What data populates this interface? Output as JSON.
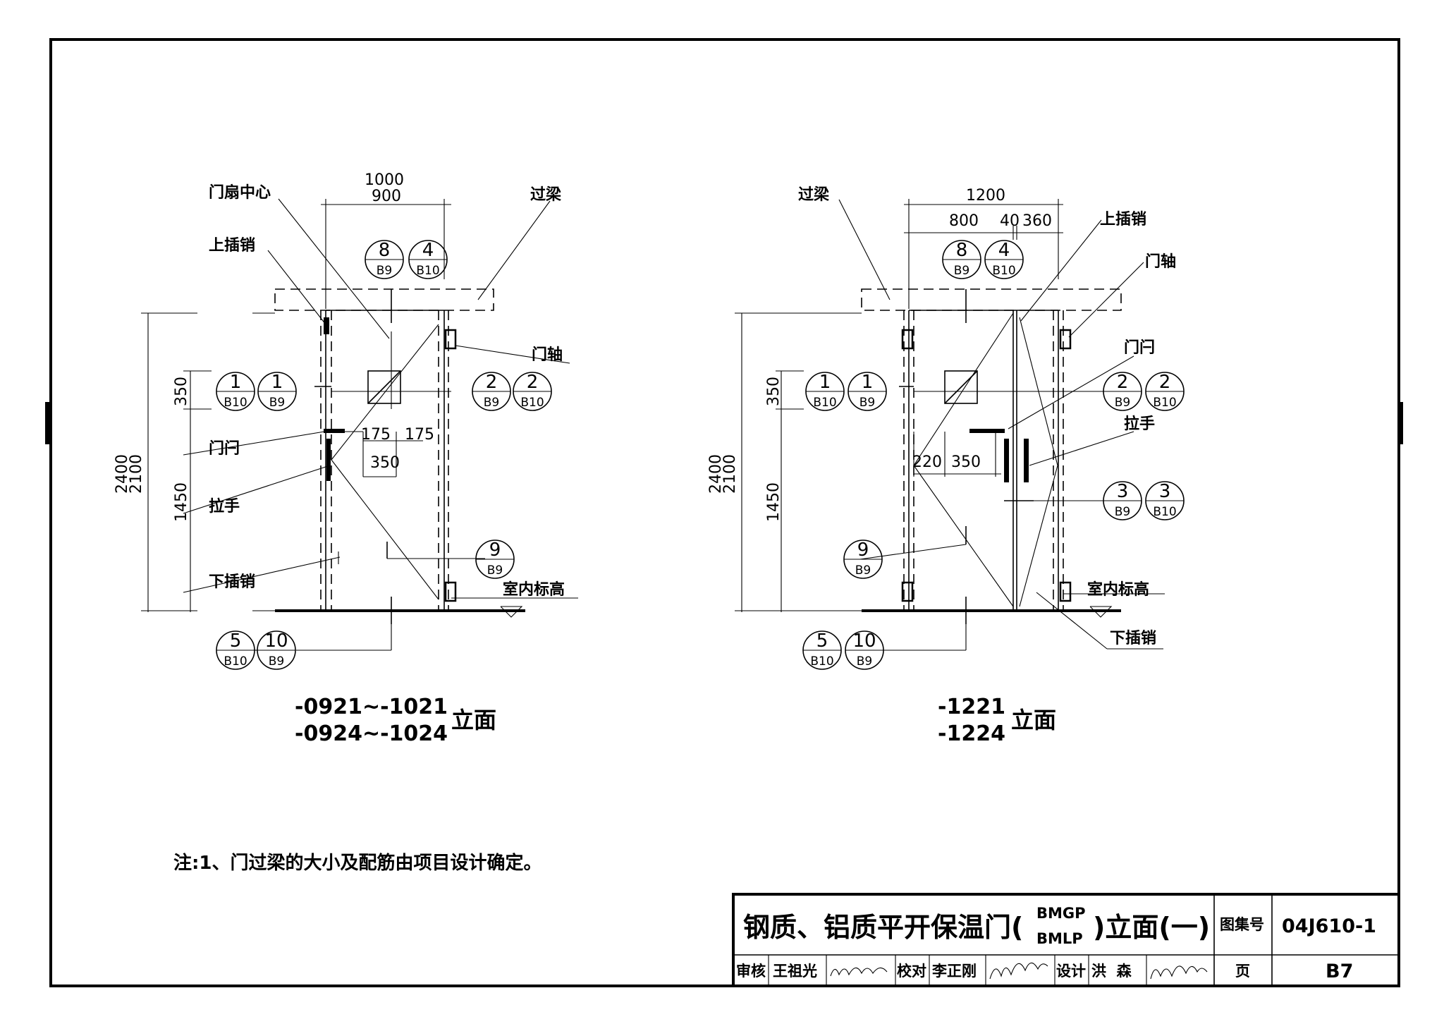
{
  "left_view": {
    "labels": {
      "leaf_center": "门扇中心",
      "top_bolt": "上插销",
      "latch": "门闩",
      "handle": "拉手",
      "bottom_bolt": "下插销",
      "lintel": "过梁",
      "pivot": "门轴",
      "floor_level": "室内标高"
    },
    "dims": {
      "width_a": "1000",
      "width_b": "900",
      "h_total_a": "2400",
      "h_total_b": "2100",
      "h_350": "350",
      "h_1450": "1450",
      "d_175a": "175",
      "d_175b": "175",
      "d_350": "350"
    },
    "symbols": {
      "s8": {
        "num": "8",
        "sheet": "B9"
      },
      "s4": {
        "num": "4",
        "sheet": "B10"
      },
      "s1a": {
        "num": "1",
        "sheet": "B10"
      },
      "s1b": {
        "num": "1",
        "sheet": "B9"
      },
      "s2a": {
        "num": "2",
        "sheet": "B9"
      },
      "s2b": {
        "num": "2",
        "sheet": "B10"
      },
      "s9": {
        "num": "9",
        "sheet": "B9"
      },
      "s5": {
        "num": "5",
        "sheet": "B10"
      },
      "s10": {
        "num": "10",
        "sheet": "B9"
      }
    },
    "caption": {
      "line1": "-0921~-1021",
      "line2": "-0924~-1024",
      "suffix": "立面"
    }
  },
  "right_view": {
    "labels": {
      "lintel": "过梁",
      "top_bolt": "上插销",
      "pivot": "门轴",
      "latch": "门闩",
      "handle": "拉手",
      "floor_level": "室内标高",
      "bottom_bolt": "下插销"
    },
    "dims": {
      "width_total": "1200",
      "w_800": "800",
      "w_40": "40",
      "w_360": "360",
      "h_total_a": "2400",
      "h_total_b": "2100",
      "h_350": "350",
      "h_1450": "1450",
      "d_220": "220",
      "d_350": "350"
    },
    "symbols": {
      "s8": {
        "num": "8",
        "sheet": "B9"
      },
      "s4": {
        "num": "4",
        "sheet": "B10"
      },
      "s1a": {
        "num": "1",
        "sheet": "B10"
      },
      "s1b": {
        "num": "1",
        "sheet": "B9"
      },
      "s2a": {
        "num": "2",
        "sheet": "B9"
      },
      "s2b": {
        "num": "2",
        "sheet": "B10"
      },
      "s3a": {
        "num": "3",
        "sheet": "B9"
      },
      "s3b": {
        "num": "3",
        "sheet": "B10"
      },
      "s9": {
        "num": "9",
        "sheet": "B9"
      },
      "s5": {
        "num": "5",
        "sheet": "B10"
      },
      "s10": {
        "num": "10",
        "sheet": "B9"
      }
    },
    "caption": {
      "line1": "-1221",
      "line2": "-1224",
      "suffix": "立面"
    }
  },
  "note": "注:1、门过梁的大小及配筋由项目设计确定。",
  "title_block": {
    "title_pre": "钢质、铝质平开保温门(",
    "code_top": "BMGP",
    "code_bottom": "BMLP",
    "title_post": ")立面(一)",
    "atlas_label": "图集号",
    "atlas_value": "04J610-1",
    "review_label": "审核",
    "reviewer": "王祖光",
    "check_label": "校对",
    "checker": "李正刚",
    "design_label": "设计",
    "designer": "洪  森",
    "page_label": "页",
    "page_value": "B7"
  }
}
